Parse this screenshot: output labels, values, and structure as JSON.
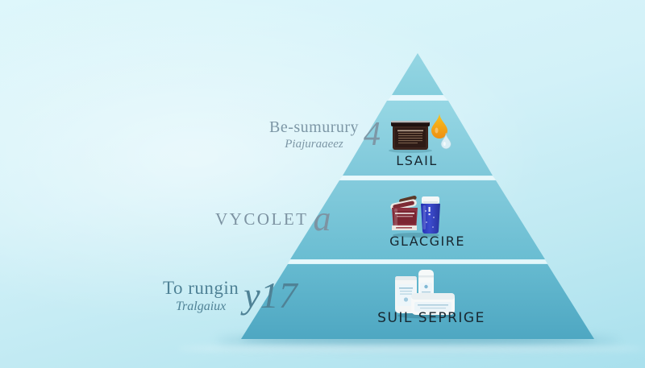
{
  "title": "Skincare routine pyramid infographic",
  "palette": {
    "background_top": "#def7fb",
    "background_bottom": "#a9e0ed",
    "tier_apex": "#8fd2e0",
    "tier1_top": "#96d7e4",
    "tier1_bottom": "#7fc8da",
    "tier2_top": "#84cbdc",
    "tier2_bottom": "#6abdd2",
    "tier3_top": "#66bad0",
    "tier3_bottom": "#4ea7c2",
    "tier_gap": "#edfafd",
    "tier_label_color": "#182730",
    "side_label_gray": "#7d97a6",
    "side_label_teal": "#4f8296",
    "droplet_orange": "#f2a213",
    "tube_blue": "#2c3cc4",
    "jar_red": "#8c3240"
  },
  "pyramid": {
    "tiers": [
      {
        "name": "apex",
        "label": ""
      },
      {
        "name": "top",
        "label": "LSAIL"
      },
      {
        "name": "middle",
        "label": "GLACGIRE"
      },
      {
        "name": "bottom",
        "label": "SUIL SEPRIGE"
      }
    ]
  },
  "side_labels": {
    "top": {
      "line1": "Be-sumurury",
      "big": "4",
      "line2": "Piajuraaeez"
    },
    "middle": {
      "line1": "VYCOLET",
      "big": "a",
      "line2": ""
    },
    "bottom": {
      "line1": "To rungin",
      "big": "y17",
      "line2": "Tralgaiux"
    }
  },
  "icons": {
    "tier_top": [
      "dark-cream-jar-icon",
      "orange-droplet-icon",
      "water-droplet-icon"
    ],
    "tier_middle": [
      "red-mask-jar-icon",
      "blue-tube-icon"
    ],
    "tier_bottom": [
      "white-bottle-icon",
      "white-tube-icon",
      "white-jar-icon"
    ]
  }
}
